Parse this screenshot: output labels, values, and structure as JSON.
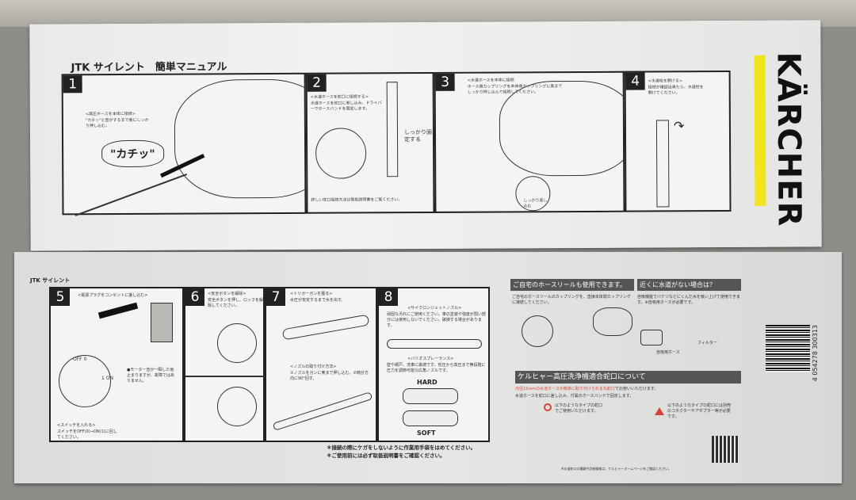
{
  "box_top": {
    "title": "JTK サイレント　簡単マニュアル",
    "brand": "KÄRCHER",
    "brand_color": "#f0e41c",
    "steps": [
      {
        "num": "1",
        "heading": "<高圧ホースを本体に接続>",
        "text": "\"カチッ\"と音がするまで奥にしっかり押し込む。",
        "callout": "\"カチッ\""
      },
      {
        "num": "2",
        "heading": "<水道ホースを蛇口に接続する>",
        "text": "水道ホースを蛇口に差し込み、ドライバーでホースバンドを固定します。",
        "label": "しっかり固定する",
        "footer": "詳しい蛇口接続方法は取扱説明書をご覧ください。"
      },
      {
        "num": "3",
        "heading": "<水道ホースを本体に接続",
        "text": "ホース側カップリングを本体側カップリングに奥までしっかり押し込んで接続してください。",
        "label": "しっかり差し込む"
      },
      {
        "num": "4",
        "heading": "<水道栓を開ける>",
        "text": "接続が確認出来たら、水道栓を開けてください。"
      }
    ]
  },
  "box_bottom": {
    "label": "JTK サイレント",
    "steps": [
      {
        "num": "5",
        "heading": "<電源プラグをコンセントに差し込む>",
        "note": "●モーター音が一瞬した後止まりますが、故障ではありません。",
        "switch_heading": "<スイッチを入れる>",
        "switch_text": "スイッチをOFF(0)→ON(1)に回してください。",
        "off": "OFF 0",
        "on": "1 ON"
      },
      {
        "num": "6",
        "heading": "<安全ボタンを解除>",
        "text": "安全ボタンを押し、ロックを解除してください。"
      },
      {
        "num": "7",
        "heading": "<トリガーガンを握る>",
        "text": "水圧が安定するまで水を出す。",
        "nozzle_heading": "<ノズルの取り付け方法>",
        "nozzle_text": "①ノズルをガンに奥まで押し込む。②時計方向に90°回す。"
      },
      {
        "num": "8",
        "heading": "<サイクロンジェットノズル>",
        "text": "頑固な汚れにご使用ください。車の塗装や強度が弱い部分には使用しないでください。破損する場合があります。",
        "vario_heading": "<バリオスプレーランス>",
        "vario_text": "壁や網戸、洗車に最適です。低圧から高圧まで無段階に圧力を調節可能な広角ノズルです。",
        "hard": "HARD",
        "soft": "SOFT"
      }
    ],
    "notes": [
      "＊接続の際にケガをしないように作業用手袋をはめてください。",
      "＊ご使用前には必ず取扱説明書をご確認ください。"
    ],
    "info": {
      "reel_heading": "ご自宅のホースリールも使用できます。",
      "reel_text": "ご自宅のホースリールのカップリングを、直接本体側カップリングに接続してください。",
      "nowater_heading": "近くに水道がない場合は？",
      "nowater_text": "自吸機能でバケツなどにくんだ水を吸い上げて使用できます。※自吸用ホースが必要です。",
      "suction_hose": "自吸用ホース",
      "filter": "フィルター",
      "faucet_heading": "ケルヒャー高圧洗浄機適合蛇口について",
      "faucet_red": "内径15mmの水道ホースが簡単に取り付けられる丸蛇口",
      "faucet_red_tail": "でお使いいただけます。",
      "faucet_text": "水道ホースを蛇口に差し込み、付属のホースバンドで固定します。",
      "ok_text": "以下のようなタイプの蛇口でご使用いただけます。",
      "ng_text": "以下のようなタイプの蛇口には別売のコネクターやアダプター等が必要です。",
      "footer": "※水道蛇口の種類や詳細情報は、ケルヒャーホームページをご確認ください。",
      "accent": "#d8423c"
    },
    "barcode": "4 054278 300313"
  }
}
